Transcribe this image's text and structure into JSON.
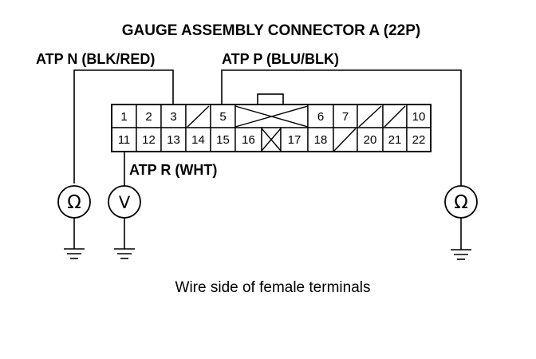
{
  "title": "GAUGE ASSEMBLY CONNECTOR A (22P)",
  "labels": {
    "atp_n": "ATP N (BLK/RED)",
    "atp_p": "ATP P (BLU/BLK)",
    "atp_r": "ATP R (WHT)"
  },
  "caption": "Wire side of female terminals",
  "meters": {
    "ohm_symbol": "Ω",
    "volt_symbol": "V"
  },
  "connector": {
    "top_row": [
      "1",
      "2",
      "3",
      "",
      "5",
      "",
      "",
      "",
      "6",
      "7",
      "",
      "",
      "10"
    ],
    "bottom_row": [
      "11",
      "12",
      "13",
      "14",
      "15",
      "16",
      "",
      "17",
      "18",
      "",
      "20",
      "21",
      "22"
    ]
  }
}
